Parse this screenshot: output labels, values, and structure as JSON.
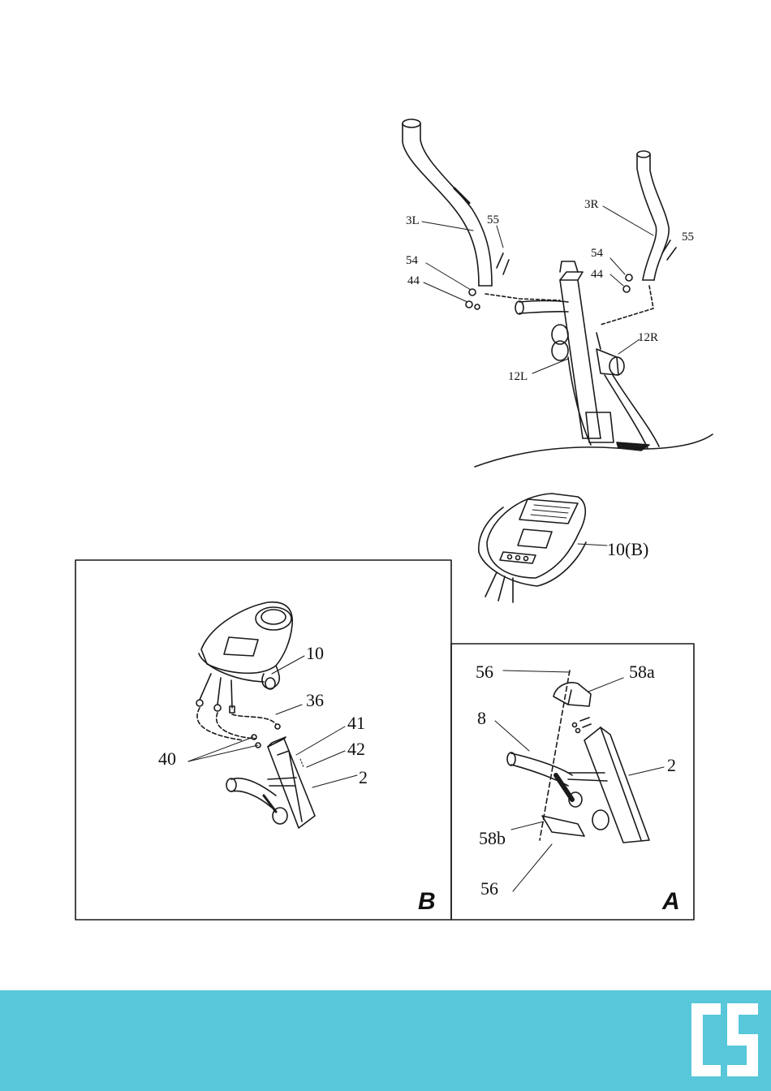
{
  "colors": {
    "footer": "#57c7d9",
    "ink": "#1a1a1a",
    "logo": "#ffffff"
  },
  "top_diagram": {
    "labels": {
      "l3L": "3L",
      "l55a": "55",
      "l54a": "54",
      "l44a": "44",
      "l3R": "3R",
      "l55b": "55",
      "l54b": "54",
      "l44b": "44",
      "l12R": "12R",
      "l12L": "12L"
    }
  },
  "console_diagram": {
    "label": "10(B)"
  },
  "panel_b": {
    "letter": "B",
    "labels": {
      "l10": "10",
      "l36": "36",
      "l41": "41",
      "l42": "42",
      "l40": "40",
      "l2": "2"
    }
  },
  "panel_a": {
    "letter": "A",
    "labels": {
      "l56a": "56",
      "l58a": "58a",
      "l8": "8",
      "l2": "2",
      "l58b": "58b",
      "l56b": "56"
    }
  },
  "footer": {
    "logo_icon": "cs-logo-icon"
  }
}
